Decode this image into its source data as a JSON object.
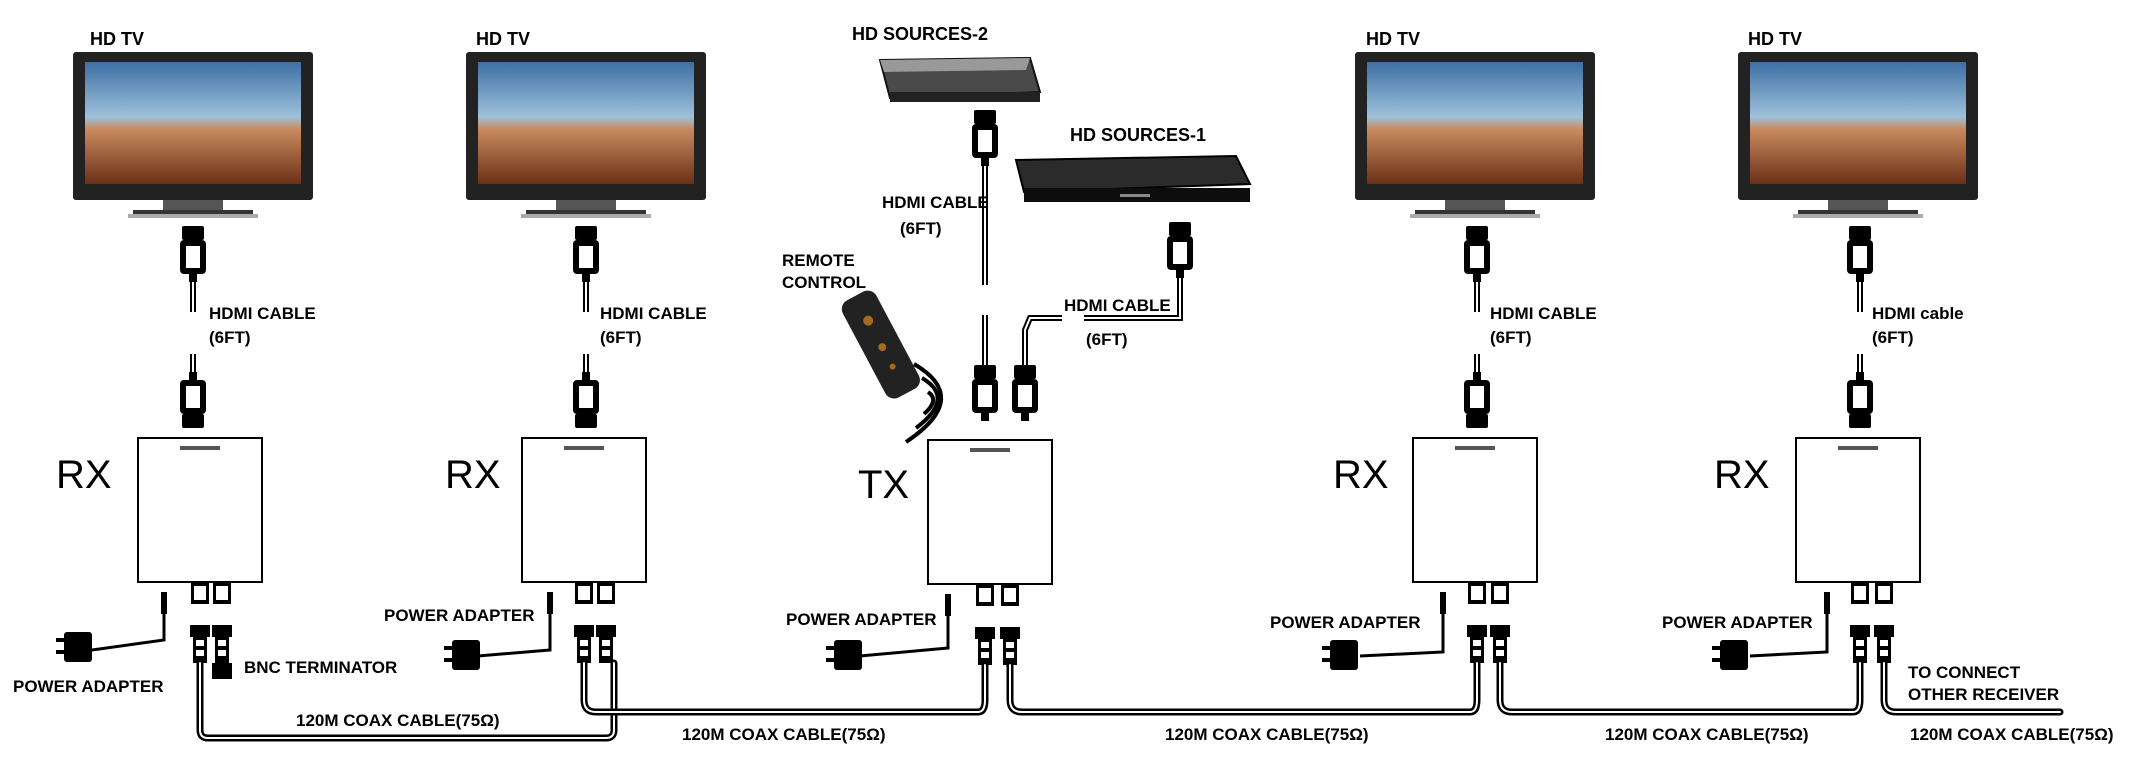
{
  "devices": {
    "rx1": {
      "kind": "RX",
      "tv_label": "HD TV",
      "hdmi_label": "HDMI CABLE",
      "hdmi_length": "(6FT)",
      "power_label": "POWER ADAPTER",
      "extra_label": "BNC TERMINATOR"
    },
    "rx2": {
      "kind": "RX",
      "tv_label": "HD TV",
      "hdmi_label": "HDMI CABLE",
      "hdmi_length": "(6FT)",
      "power_label": "POWER ADAPTER"
    },
    "tx": {
      "kind": "TX",
      "power_label": "POWER ADAPTER",
      "source2_label": "HD SOURCES-2",
      "source1_label": "HD SOURCES-1",
      "hdmi2_label": "HDMI CABLE",
      "hdmi2_length": "(6FT)",
      "hdmi1_label": "HDMI CABLE",
      "hdmi1_length": "(6FT)",
      "remote_label_1": "REMOTE",
      "remote_label_2": "CONTROL"
    },
    "rx3": {
      "kind": "RX",
      "tv_label": "HD TV",
      "hdmi_label": "HDMI CABLE",
      "hdmi_length": "(6FT)",
      "power_label": "POWER ADAPTER"
    },
    "rx4": {
      "kind": "RX",
      "tv_label": "HD TV",
      "hdmi_label": "HDMI cable",
      "hdmi_length": "(6FT)",
      "power_label": "POWER ADAPTER",
      "extra_label_1": "TO CONNECT",
      "extra_label_2": "OTHER RECEIVER"
    }
  },
  "coax_labels": [
    "120M COAX CABLE(75Ω)",
    "120M COAX CABLE(75Ω)",
    "120M COAX CABLE(75Ω)",
    "120M COAX CABLE(75Ω)",
    "120M COAX CABLE(75Ω)"
  ],
  "colors": {
    "line": "#000000",
    "box": "#ffffff",
    "tv_bezel": "#1a1a1a",
    "sky": "#8fb7d8",
    "desert": "#a8502c"
  }
}
